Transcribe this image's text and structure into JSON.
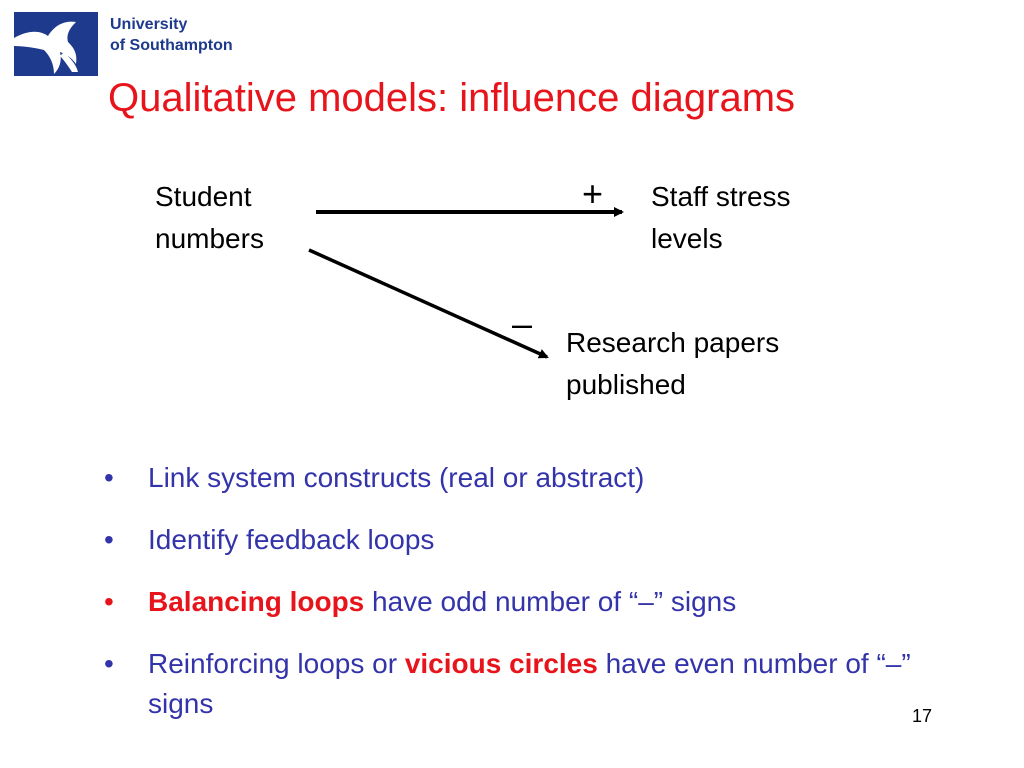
{
  "logo": {
    "line1": "University",
    "line2": "of Southampton",
    "icon": "dolphin-icon",
    "color": "#1e3a8c"
  },
  "title": "Qualitative models: influence diagrams",
  "diagram": {
    "nodes": {
      "student_numbers": [
        "Student",
        "numbers"
      ],
      "staff_stress": [
        "Staff stress",
        "levels"
      ],
      "research_papers": [
        "Research papers",
        "published"
      ]
    },
    "links": {
      "positive_sign": "+",
      "negative_sign": "–"
    }
  },
  "bullets": [
    {
      "text": "Link system constructs (real or abstract)"
    },
    {
      "text": "Identify feedback loops"
    },
    {
      "emph": "Balancing loops",
      "after": " have odd number of “–” signs"
    },
    {
      "before": "Reinforcing loops or ",
      "emph": "vicious circles",
      "after": " have even number of “–” signs"
    }
  ],
  "bullet_symbol": "•",
  "page_number": "17",
  "colors": {
    "title": "#e8141b",
    "bullet_text": "#3333aa",
    "emphasis": "#e8141b",
    "brand": "#1e3a8c"
  }
}
